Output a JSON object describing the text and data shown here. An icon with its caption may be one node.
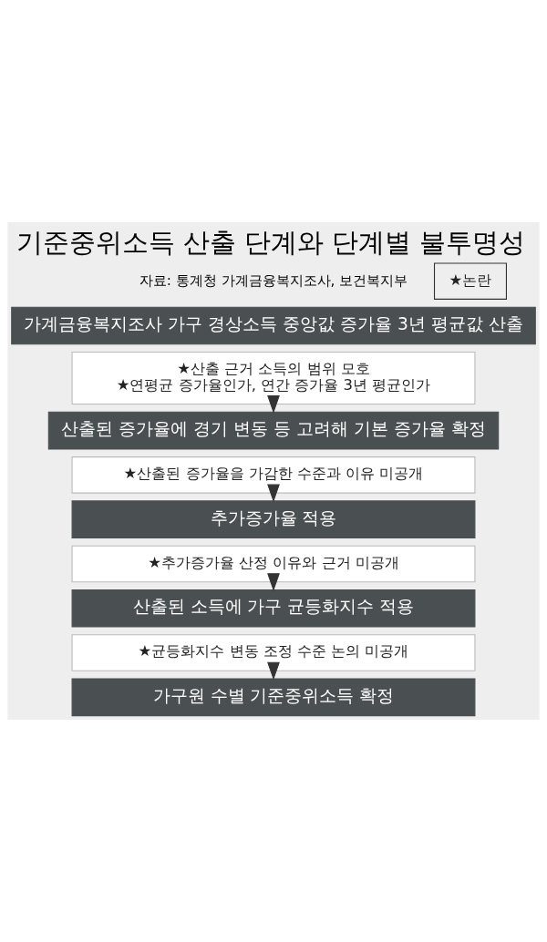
{
  "diagram": {
    "title": "기준중위소득 산출 단계와 단계별 불투명성",
    "nodes": [
      {
        "text": [
          "가계금융복지조사 가구 경상소득 중앙값 증가율 3년 평균값 산출"
        ]
      },
      {
        "text": [
          "★산출 근거 소득의 범위 모호",
          "★연평균 증가율인가, 연간 증가율 3년 평균인가"
        ]
      },
      {
        "text": [
          "산출된 증가율에 경기 변동 등 고려해 기본 증가율 확정"
        ]
      },
      {
        "text": [
          "★산출된 증가율을 가감한 수준과 이유 미공개"
        ]
      },
      {
        "text": [
          "추가증가율 적용"
        ]
      },
      {
        "text": [
          "★추가증가율 산정 이유와 근거 미공개"
        ]
      },
      {
        "text": [
          "산출된 소득에 가구 균등화지수 적용"
        ]
      },
      {
        "text": [
          "★균등화지수 변동 조정 수준 논의 미공개"
        ]
      },
      {
        "text": [
          "가구원 수별 기준중위소득 확정"
        ]
      }
    ],
    "edges": [
      {
        "from": 1,
        "to": 2,
        "arrow": "to"
      },
      {
        "from": 3,
        "to": 4,
        "arrow": "to"
      },
      {
        "from": 5,
        "to": 6,
        "arrow": "to"
      },
      {
        "from": 7,
        "to": 8,
        "arrow": "to"
      }
    ],
    "labels": [
      "자료: 통계청 가계금융복지조사, 보건복지부"
    ],
    "legend": [
      {
        "text": "★논란"
      }
    ]
  }
}
